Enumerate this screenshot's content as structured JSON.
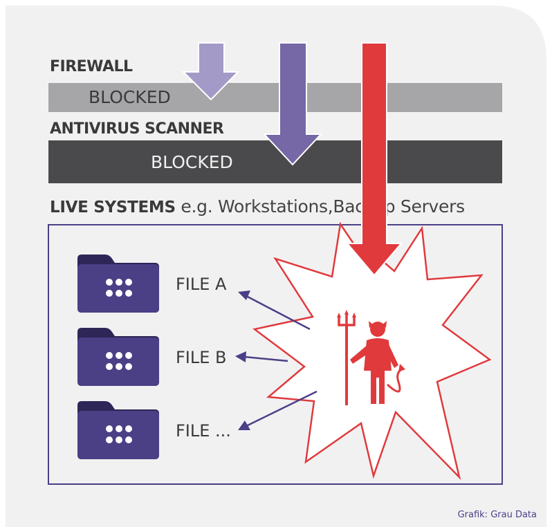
{
  "colors": {
    "panel_bg": "#f1f1f2",
    "firewall_bar": "#a6a6a8",
    "antivirus_bar": "#4a4a4c",
    "arrow_light": "#a49ac7",
    "arrow_mid": "#7667a6",
    "arrow_red": "#e03a3d",
    "folder": "#4b3f86",
    "box_border": "#4b3f86",
    "credit": "#4b3f86"
  },
  "firewall": {
    "title": "FIREWALL",
    "status": "BLOCKED"
  },
  "antivirus": {
    "title": "ANTIVIRUS SCANNER",
    "status": "BLOCKED"
  },
  "live_systems": {
    "title_bold": "LIVE SYSTEMS",
    "title_rest": " e.g. Workstations,Backup Servers"
  },
  "files": [
    {
      "label": "FILE A"
    },
    {
      "label": "FILE B"
    },
    {
      "label": "FILE ..."
    }
  ],
  "icons": {
    "folder": "folder-icon",
    "devil": "devil-icon",
    "explosion": "explosion-burst"
  },
  "credit": "Grafik: Grau Data"
}
